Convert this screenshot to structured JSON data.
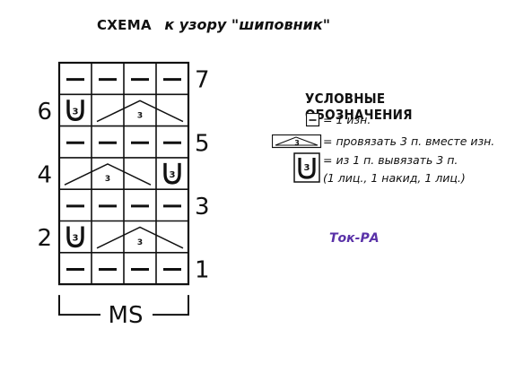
{
  "title": {
    "bold": "СХЕМА",
    "italic": "к узору \"шиповник\""
  },
  "chart": {
    "row_numbers_right": [
      "7",
      "5",
      "3",
      "1"
    ],
    "row_numbers_left": [
      "6",
      "4",
      "2"
    ],
    "repeat_label": "MS",
    "cell_symbol_digit": "3"
  },
  "legend": {
    "title": "УСЛОВНЫЕ ОБОЗНАЧЕНИЯ",
    "items": [
      {
        "symbol": "purl-icon",
        "text": "= 1 изн."
      },
      {
        "symbol": "purl-3-together-icon",
        "text": "= провязать 3 п. вместе изн."
      },
      {
        "symbol": "make-3-from-1-icon",
        "text": "= из 1 п. вывязать 3 п."
      },
      {
        "symbol": "",
        "text": "(1 лиц., 1 накид, 1 лиц.)"
      }
    ]
  },
  "watermark": "Ток-РА",
  "colors": {
    "ink": "#111111",
    "watermark": "#5a32a8",
    "background": "#ffffff"
  }
}
